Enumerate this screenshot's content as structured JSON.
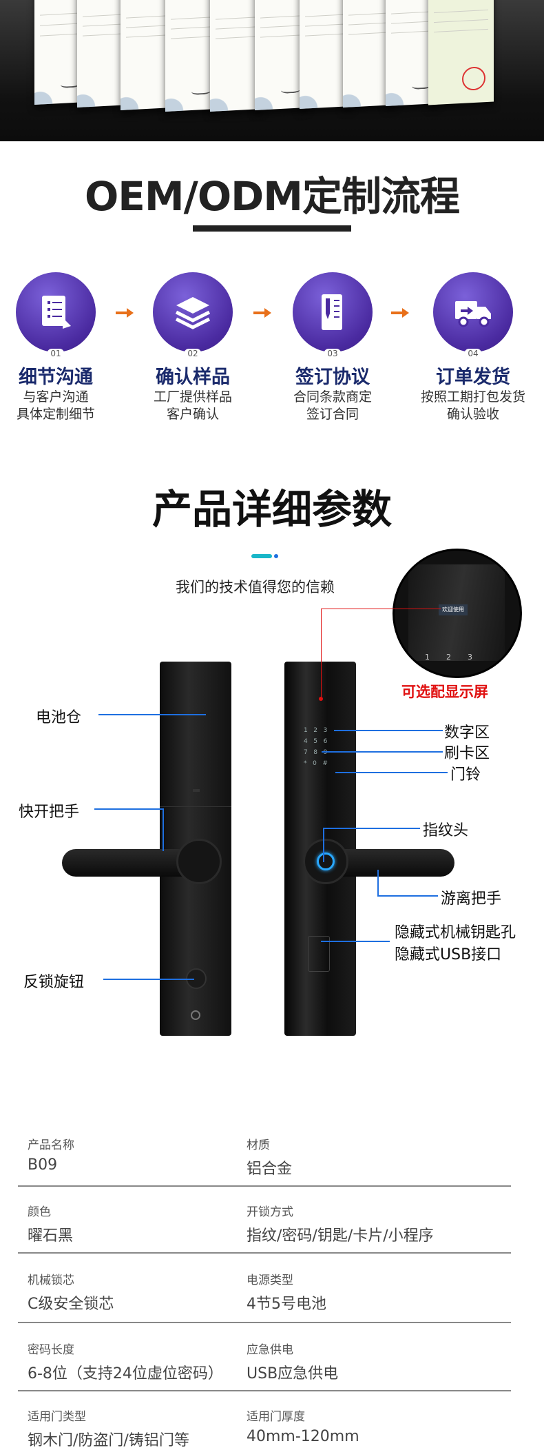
{
  "oem": {
    "title": "OEM/ODM定制流程",
    "steps": [
      {
        "num": "01",
        "name": "细节沟通",
        "desc1": "与客户沟通",
        "desc2": "具体定制细节",
        "icon": "document-list-icon"
      },
      {
        "num": "02",
        "name": "确认样品",
        "desc1": "工厂提供样品",
        "desc2": "客户确认",
        "icon": "layers-icon"
      },
      {
        "num": "03",
        "name": "签订协议",
        "desc1": "合同条款商定",
        "desc2": "签订合同",
        "icon": "contract-ruler-icon"
      },
      {
        "num": "04",
        "name": "订单发货",
        "desc1": "按照工期打包发货",
        "desc2": "确认验收",
        "icon": "delivery-truck-icon"
      }
    ],
    "accent": "#5a3bbd",
    "arrow_color": "#e8701a"
  },
  "params": {
    "title": "产品详细参数",
    "subtitle": "我们的技术值得您的信赖",
    "display_note": "可选配显示屏",
    "screen_text": "欢迎使用",
    "callouts": {
      "battery": "电池仓",
      "quick_handle": "快开把手",
      "knob": "反锁旋钮",
      "digits": "数字区",
      "card": "刷卡区",
      "doorbell": "门铃",
      "fingerprint": "指纹头",
      "free_handle": "游离把手",
      "hidden_key": "隐藏式机械钥匙孔",
      "hidden_usb": "隐藏式USB接口"
    }
  },
  "specs": [
    {
      "label1": "产品名称",
      "value1": "B09",
      "label2": "材质",
      "value2": "铝合金"
    },
    {
      "label1": "颜色",
      "value1": "曜石黑",
      "label2": "开锁方式",
      "value2": "指纹/密码/钥匙/卡片/小程序"
    },
    {
      "label1": "机械锁芯",
      "value1": "C级安全锁芯",
      "label2": "电源类型",
      "value2": "4节5号电池"
    },
    {
      "label1": "密码长度",
      "value1": "6-8位（支持24位虚位密码）",
      "label2": "应急供电",
      "value2": "USB应急供电"
    },
    {
      "label1": "适用门类型",
      "value1": "钢木门/防盗门/铸铝门等",
      "label2": "适用门厚度",
      "value2": "40mm-120mm"
    }
  ]
}
